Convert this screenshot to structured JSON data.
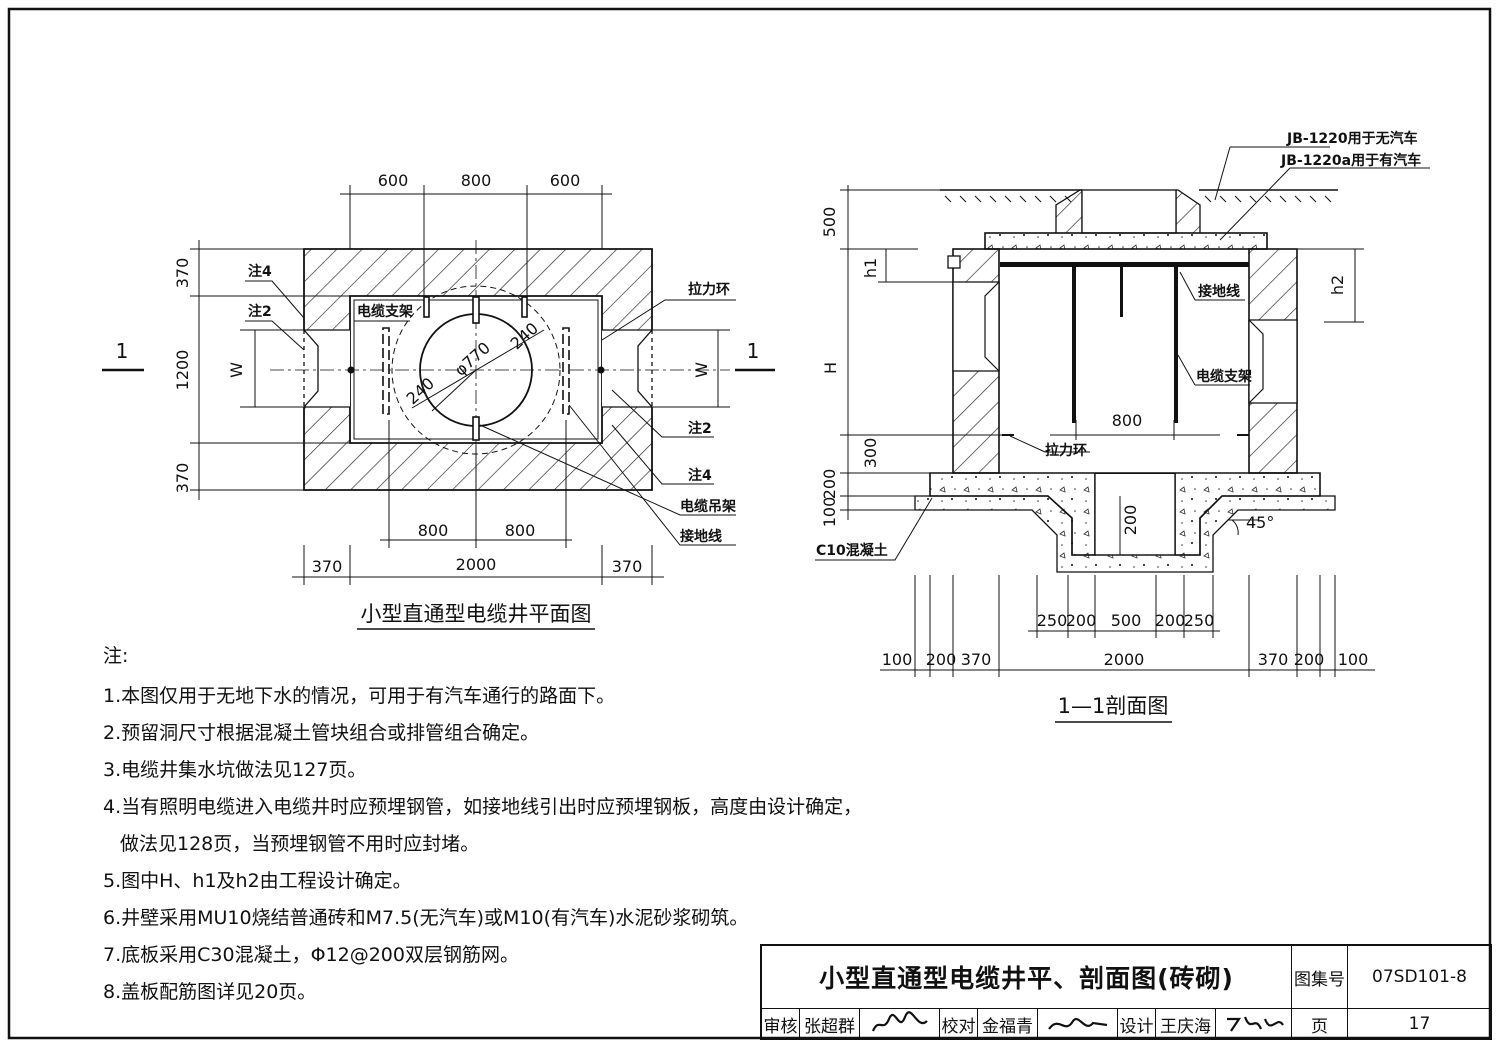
{
  "plan": {
    "title": "小型直通型电缆井平面图",
    "dims_top": [
      "600",
      "800",
      "600"
    ],
    "dims_left": [
      "370",
      "1200",
      "370"
    ],
    "w_label": "W",
    "dims_inner": [
      "800",
      "800"
    ],
    "dims_bottom": [
      "370",
      "2000",
      "370"
    ],
    "section_mark": "1",
    "labels": {
      "note4": "注4",
      "note2": "注2",
      "cable_bracket": "电缆支架",
      "pull_ring": "拉力环",
      "cable_hanger": "电缆吊架",
      "ground_wire": "接地线",
      "radius_a": "240",
      "radius_b": "240",
      "diameter": "φ770"
    }
  },
  "section": {
    "title": "1—1剖面图",
    "cover_a": "JB-1220用于无汽车",
    "cover_b": "JB-1220a用于有汽车",
    "dims_left": [
      "500",
      "h1",
      "H",
      "300",
      "200",
      "100"
    ],
    "h2": "h2",
    "inner_800": "800",
    "sump_200": "200",
    "angle": "45°",
    "dims_mid": [
      "250",
      "200",
      "500",
      "200",
      "250"
    ],
    "dims_bottom": [
      "100",
      "200",
      "370",
      "2000",
      "370",
      "200",
      "100"
    ],
    "labels": {
      "ground_wire": "接地线",
      "cable_bracket": "电缆支架",
      "pull_ring": "拉力环",
      "concrete": "C10混凝土"
    }
  },
  "notes": {
    "heading": "注:",
    "items": [
      "1.本图仅用于无地下水的情况，可用于有汽车通行的路面下。",
      "2.预留洞尺寸根据混凝土管块组合或排管组合确定。",
      "3.电缆井集水坑做法见127页。",
      "4.当有照明电缆进入电缆井时应预埋钢管，如接地线引出时应预埋钢板，高度由设计确定，",
      "做法见128页，当预埋钢管不用时应封堵。",
      "5.图中H、h1及h2由工程设计确定。",
      "6.井壁采用MU10烧结普通砖和M7.5(无汽车)或M10(有汽车)水泥砂浆砌筑。",
      "7.底板采用C30混凝土，Φ12@200双层钢筋网。",
      "8.盖板配筋图详见20页。"
    ]
  },
  "title_block": {
    "title": "小型直通型电缆井平、剖面图(砖砌)",
    "atlas_label": "图集号",
    "atlas_no": "07SD101-8",
    "review_label": "审核",
    "reviewer": "张超群",
    "check_label": "校对",
    "checker": "金福青",
    "design_label": "设计",
    "designer": "王庆海",
    "page_label": "页",
    "page_no": "17"
  }
}
